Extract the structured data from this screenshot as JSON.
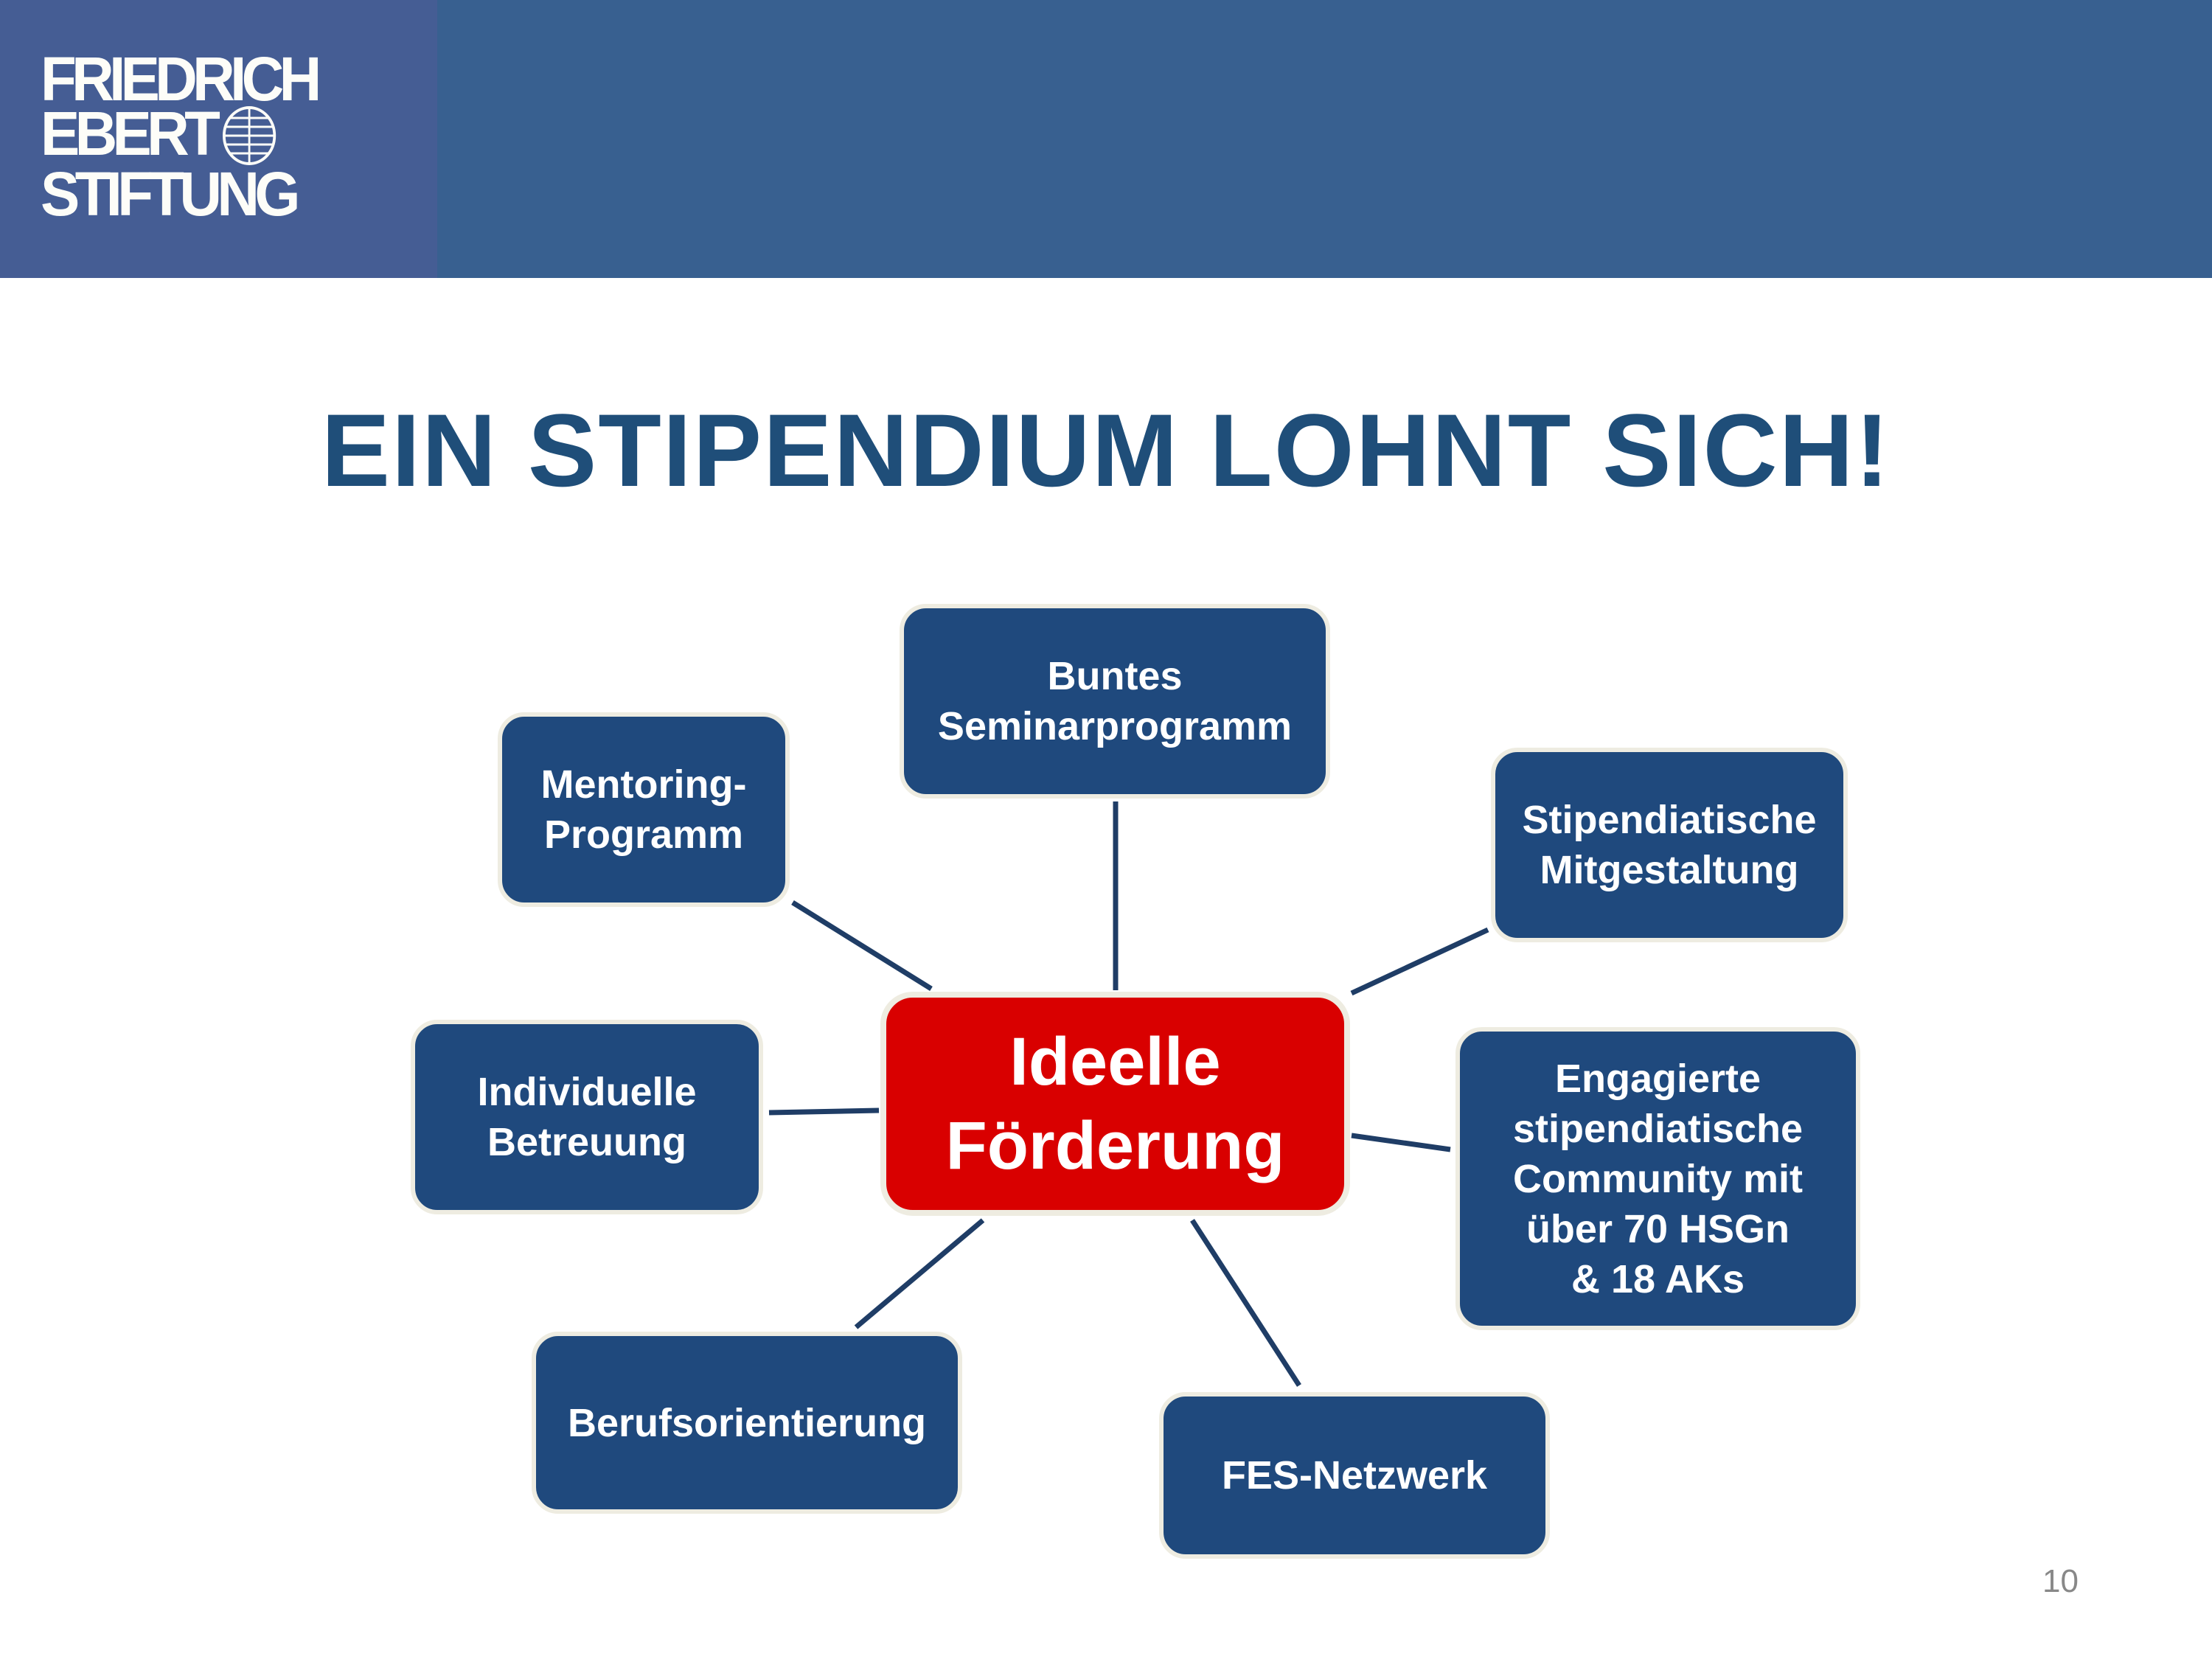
{
  "header": {
    "logo_text": [
      "FRIEDRICH",
      "EBERT",
      "STIFTUNG"
    ],
    "brand_color": "#386090",
    "logo_panel_color": "#455d94"
  },
  "title": "EIN STIPENDIUM LOHNT SICH!",
  "diagram": {
    "center": "Ideelle\nFörderung",
    "nodes": {
      "seminar": "Buntes\nSeminarprogramm",
      "mentoring": "Mentoring-\nProgramm",
      "mitgestaltung": "Stipendiatische\nMitgestaltung",
      "betreuung": "Individuelle\nBetreuung",
      "community": "Engagierte\nstipendiatische\nCommunity mit\nüber 70 HSGn\n& 18 AKs",
      "beruf": "Berufsorientierung",
      "netzwerk": "FES-Netzwerk"
    },
    "node_color": "#1f497d",
    "center_color": "#d90000"
  },
  "page_number": "10"
}
